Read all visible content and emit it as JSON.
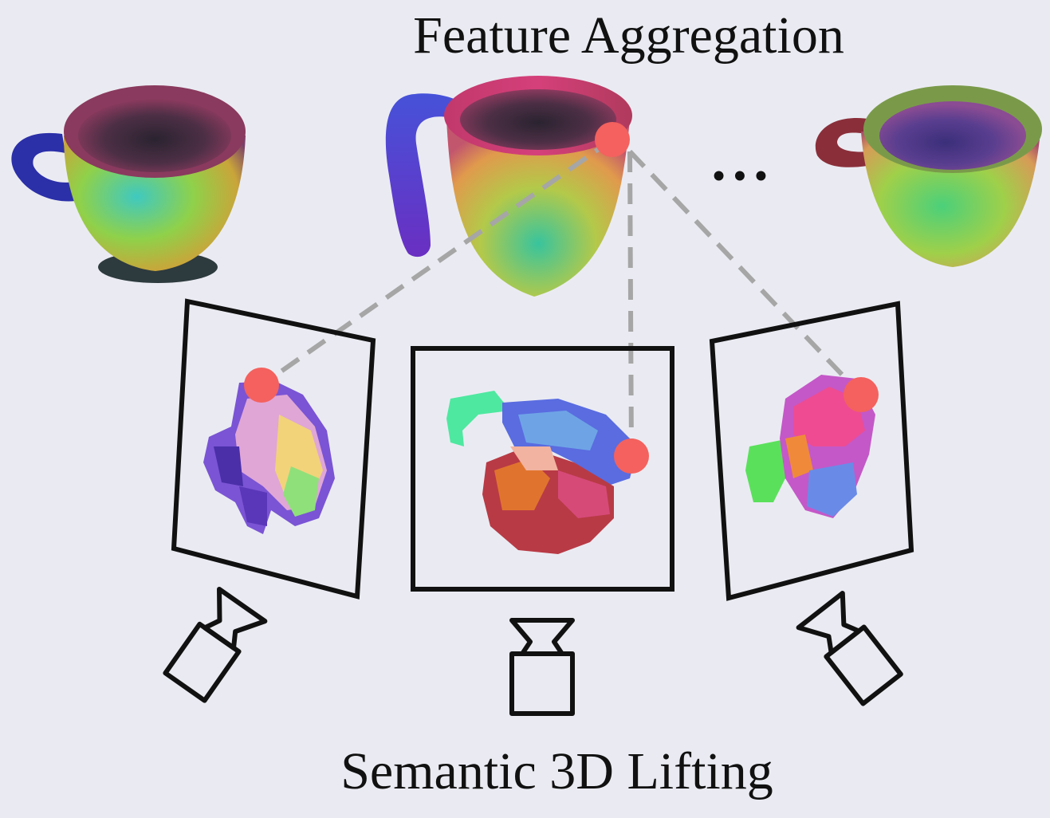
{
  "labels": {
    "top": "Feature Aggregation",
    "bottom": "Semantic 3D Lifting",
    "ellipsis": "• • •"
  },
  "colors": {
    "background": "#eaebf2",
    "keypoint": "#f4615e",
    "correspondence_line": "#a6a6a6",
    "frame_stroke": "#111111"
  },
  "icons": {
    "mugs": [
      "mug-3d-left",
      "mug-3d-center",
      "mug-3d-right"
    ],
    "feature_views": [
      "feature-map-left",
      "feature-map-center",
      "feature-map-right"
    ],
    "cameras": [
      "camera-icon",
      "camera-icon",
      "camera-icon"
    ]
  }
}
